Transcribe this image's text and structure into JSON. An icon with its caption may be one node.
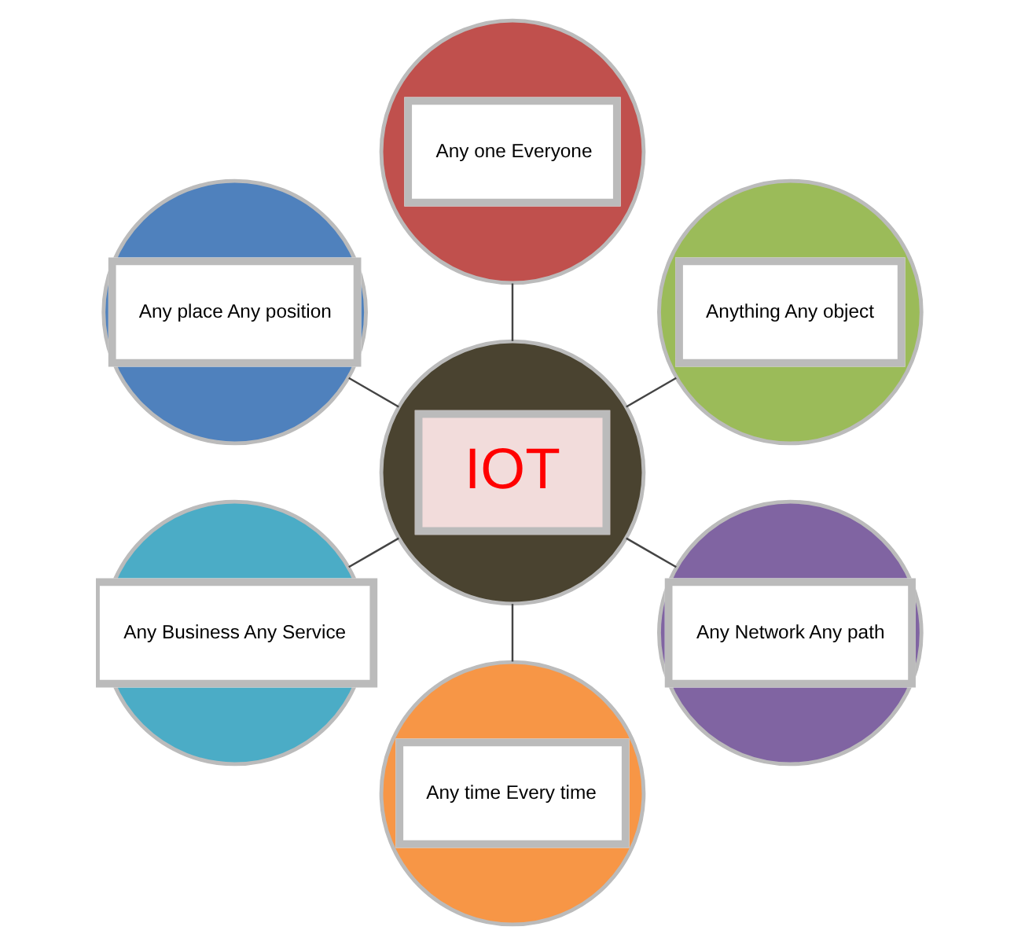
{
  "diagram": {
    "nodes": [
      {
        "text": [
          "Anything Any object"
        ]
      },
      {
        "text": [
          "Any one Everyone"
        ]
      },
      {
        "text": [
          "IOT"
        ]
      },
      {
        "text": [
          "Any place Any position"
        ]
      },
      {
        "text": [
          "Any Business Any Service"
        ]
      },
      {
        "text": [
          "Any time Every time"
        ]
      },
      {
        "text": [
          "Any Network Any path"
        ]
      }
    ],
    "edges": [
      {
        "from": 2,
        "to": 0,
        "arrow": "none"
      },
      {
        "from": 2,
        "to": 1,
        "arrow": "none"
      },
      {
        "from": 2,
        "to": 4,
        "arrow": "none"
      },
      {
        "from": 2,
        "to": 6,
        "arrow": "none"
      },
      {
        "from": 2,
        "to": 5,
        "arrow": "none"
      },
      {
        "from": 2,
        "to": 3,
        "arrow": "none"
      }
    ]
  }
}
